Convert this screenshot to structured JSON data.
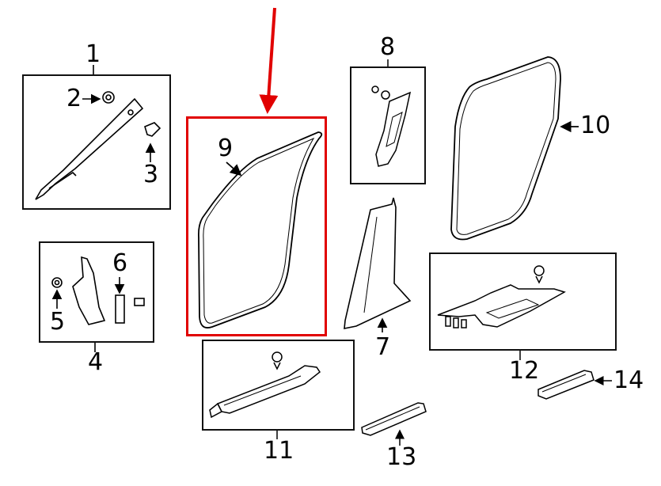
{
  "diagram": {
    "type": "exploded parts diagram",
    "highlight_color": "#e10000",
    "highlighted_part": "9",
    "callouts": [
      {
        "id": "1",
        "label": "1",
        "desc": "A-pillar trim assembly (box)"
      },
      {
        "id": "2",
        "label": "2",
        "desc": "clip"
      },
      {
        "id": "3",
        "label": "3",
        "desc": "clip"
      },
      {
        "id": "4",
        "label": "4",
        "desc": "bracket assembly (box)"
      },
      {
        "id": "5",
        "label": "5",
        "desc": "clip"
      },
      {
        "id": "6",
        "label": "6",
        "desc": "pad"
      },
      {
        "id": "7",
        "label": "7",
        "desc": "B-pillar lower trim"
      },
      {
        "id": "8",
        "label": "8",
        "desc": "B-pillar upper trim (box)"
      },
      {
        "id": "9",
        "label": "9",
        "desc": "front door weatherstrip (highlighted)"
      },
      {
        "id": "10",
        "label": "10",
        "desc": "rear door weatherstrip"
      },
      {
        "id": "11",
        "label": "11",
        "desc": "front scuff plate (box)"
      },
      {
        "id": "12",
        "label": "12",
        "desc": "rear scuff plate (box)"
      },
      {
        "id": "13",
        "label": "13",
        "desc": "sill plate"
      },
      {
        "id": "14",
        "label": "14",
        "desc": "sill plate"
      }
    ]
  }
}
